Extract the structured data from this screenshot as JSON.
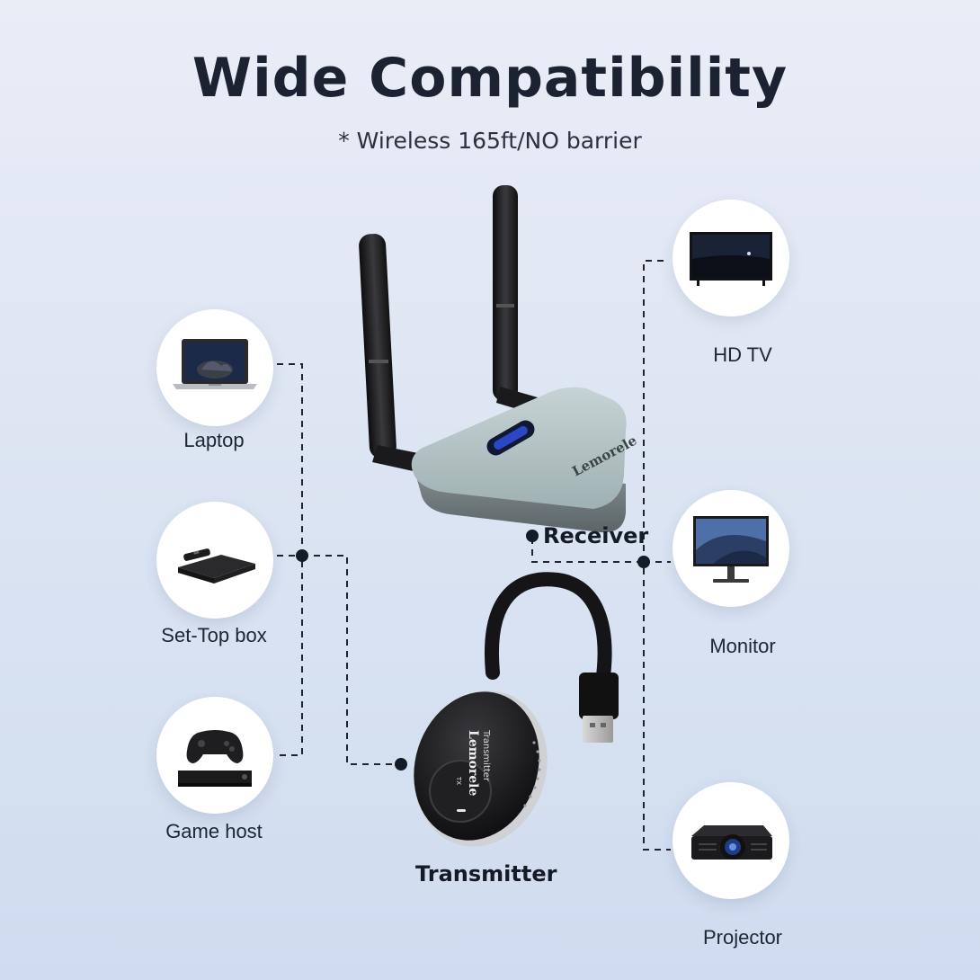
{
  "title": "Wide Compatibility",
  "subtitle": "* Wireless 165ft/NO barrier",
  "brand": "Lemorele",
  "receiver": {
    "label": "Receiver"
  },
  "transmitter": {
    "label": "Transmitter",
    "sublabel": "Transmitter",
    "button_text": "TX"
  },
  "sources": [
    {
      "label": "Laptop",
      "icon": "laptop-icon"
    },
    {
      "label": "Set-Top box",
      "icon": "set-top-box-icon"
    },
    {
      "label": "Game host",
      "icon": "game-console-icon"
    }
  ],
  "displays": [
    {
      "label": "HD TV",
      "icon": "tv-icon"
    },
    {
      "label": "Monitor",
      "icon": "monitor-icon"
    },
    {
      "label": "Projector",
      "icon": "projector-icon"
    }
  ],
  "colors": {
    "title": "#1b2333",
    "line": "#1f2430",
    "receiver_body": "#9fb3b5",
    "transmitter_body": "#1c1c1e",
    "indicator": "#2b47c8"
  }
}
